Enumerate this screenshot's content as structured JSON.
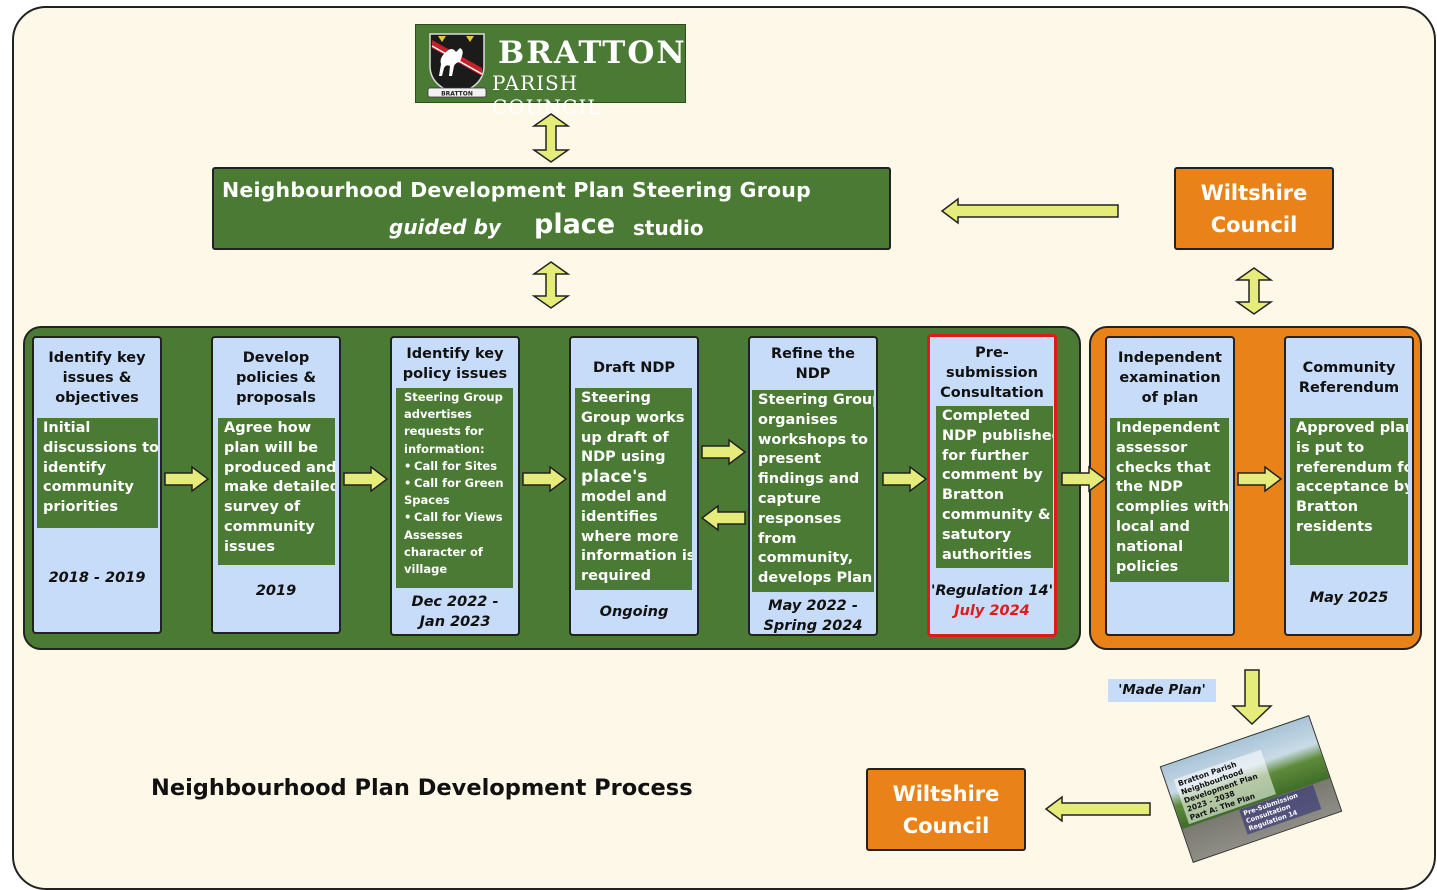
{
  "header": {
    "logo_title": "BRATTON",
    "logo_subtitle": "PARISH COUNCIL",
    "crest_motto": "BRATTON"
  },
  "steering_group": {
    "title": "Neighbourhood Development Plan Steering Group",
    "guided_by": "guided by",
    "place": "place",
    "studio": "studio"
  },
  "wiltshire_top": {
    "line1": "Wiltshire",
    "line2": "Council"
  },
  "wiltshire_bottom": {
    "line1": "Wiltshire",
    "line2": "Council"
  },
  "steps": [
    {
      "title": [
        "Identify key",
        "issues &",
        "objectives"
      ],
      "body": [
        "Initial",
        "discussions to",
        "identify",
        "community",
        "priorities"
      ],
      "date": [
        "2018 - 2019"
      ]
    },
    {
      "title": [
        "Develop",
        "policies &",
        "proposals"
      ],
      "body": [
        "Agree how",
        "plan will be",
        "produced and",
        "make detailed",
        "survey of",
        "community",
        "issues"
      ],
      "date": [
        "2019"
      ]
    },
    {
      "title": [
        "Identify key",
        "policy issues"
      ],
      "body": [
        "Steering Group",
        "advertises",
        "requests for",
        "information:"
      ],
      "bullets": [
        [
          "Call for Sites"
        ],
        [
          "Call for Green",
          "Spaces"
        ],
        [
          "Call for Views",
          "Assesses",
          "character of",
          "village"
        ]
      ],
      "date": [
        "Dec 2022 -",
        "Jan 2023"
      ]
    },
    {
      "title": [
        "Draft NDP"
      ],
      "body": [
        "Steering",
        "Group works",
        "up draft of",
        "NDP using",
        "place's",
        "model and",
        "identifies",
        "where more",
        "information is",
        "required"
      ],
      "date": [
        "Ongoing"
      ]
    },
    {
      "title": [
        "Refine the",
        "NDP"
      ],
      "body": [
        "Steering Group",
        "organises",
        "workshops to",
        "present",
        "findings and",
        "capture",
        "responses",
        "from",
        "community,",
        "develops Plan"
      ],
      "date": [
        "May 2022 -",
        "Spring 2024"
      ]
    },
    {
      "title": [
        "Pre-",
        "submission",
        "Consultation"
      ],
      "body": [
        "Completed",
        "NDP published",
        "for further",
        "comment by",
        "Bratton",
        "community &",
        "satutory",
        "authorities"
      ],
      "date": [
        "'Regulation 14'"
      ],
      "date_red": "July 2024"
    },
    {
      "title": [
        "Independent",
        "examination",
        "of plan"
      ],
      "body": [
        "Independent",
        "assessor",
        "checks that",
        "the NDP",
        "complies with",
        "local and",
        "national",
        "policies"
      ],
      "date": []
    },
    {
      "title": [
        "Community",
        "Referendum"
      ],
      "body": [
        "Approved plan",
        "is put to",
        "referendum for",
        "acceptance by",
        "Bratton",
        "residents"
      ],
      "date": [
        "May 2025"
      ]
    }
  ],
  "made_plan_label": "'Made Plan'",
  "plan_cover": {
    "text": [
      "Bratton Parish",
      "Neighbourhood Development Plan",
      "2023 - 2038",
      "Part A: The Plan"
    ],
    "bottom": [
      "Pre-Submission Consultation",
      "Regulation 14"
    ]
  },
  "process_title": "Neighbourhood Plan Development Process",
  "colors": {
    "green": "#4a7a34",
    "orange": "#e98218",
    "card_blue": "#c7dcf8",
    "arrow_yellow": "#e6ec7a",
    "highlight_red": "#e01a1a",
    "background": "#fdf8e8"
  },
  "icons": [
    "crest-icon",
    "arrow-icon",
    "double-arrow-icon"
  ]
}
